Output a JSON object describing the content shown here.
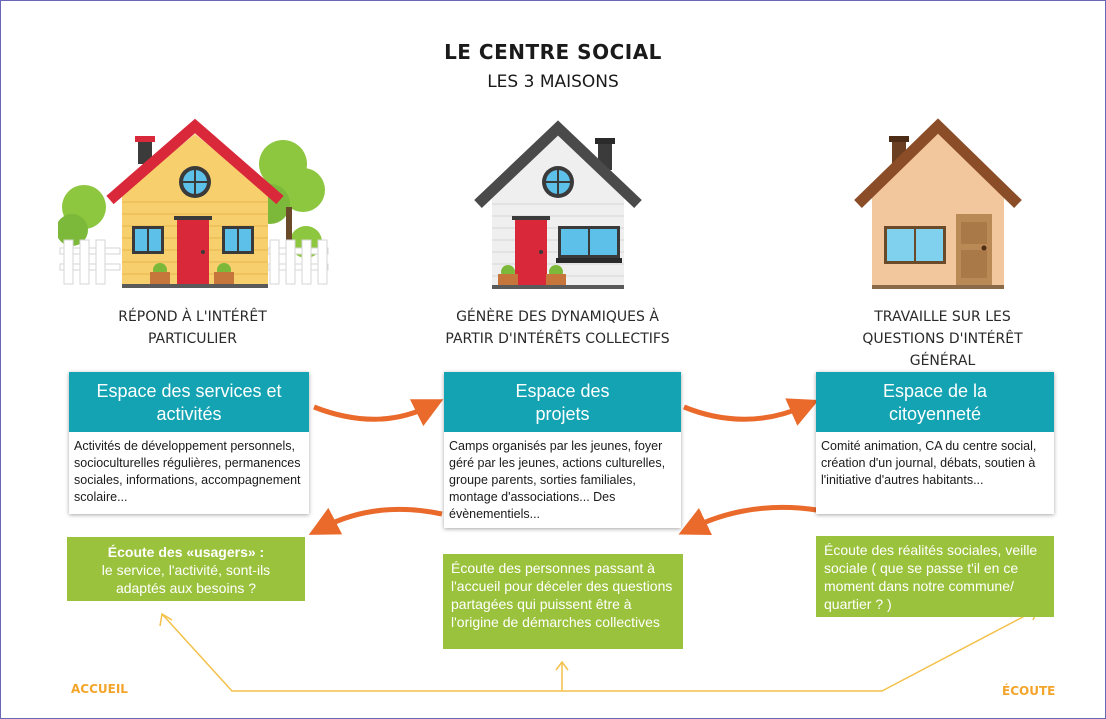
{
  "title": "LE CENTRE SOCIAL",
  "subtitle": "LES 3 MAISONS",
  "houses": [
    {
      "caption": "RÉPOND À L'INTÉRÊT PARTICULIER"
    },
    {
      "caption": "GÉNÈRE DES DYNAMIQUES À PARTIR D'INTÉRÊTS COLLECTIFS"
    },
    {
      "caption": "TRAVAILLE SUR LES QUESTIONS D'INTÉRÊT GÉNÉRAL"
    }
  ],
  "spaces": [
    {
      "title": "Espace des services et activités",
      "text": "Activités de développement personnels, socioculturelles régulières, permanences sociales, informations, accompagnement scolaire..."
    },
    {
      "title": "Espace des projets",
      "text": "Camps organisés par les jeunes, foyer géré par les jeunes, actions culturelles, groupe parents, sorties familiales, montage d'associations... Des évènementiels..."
    },
    {
      "title": "Espace de la citoyenneté",
      "text": "Comité animation, CA du centre social, création d'un journal, débats, soutien à l'initiative d'autres habitants..."
    }
  ],
  "listening": [
    {
      "bold": "Écoute des «usagers» :",
      "text": "le service, l'activité, sont-ils adaptés aux besoins ?"
    },
    {
      "text": "Écoute des personnes passant à l'accueil pour déceler des questions partagées qui puissent être à l'origine de démarches collectives"
    },
    {
      "text": "Écoute des réalités sociales, veille sociale ( que se passe t'il en ce moment dans notre commune/ quartier ? )"
    }
  ],
  "corners": {
    "left": "ACCUEIL",
    "right": "ÉCOUTE"
  },
  "colors": {
    "teal": "#14a3b3",
    "green": "#9bc23c",
    "orange_arrow": "#ea6a2c",
    "yellow_line": "#f3c14a",
    "corner_text": "#f3a42a"
  }
}
